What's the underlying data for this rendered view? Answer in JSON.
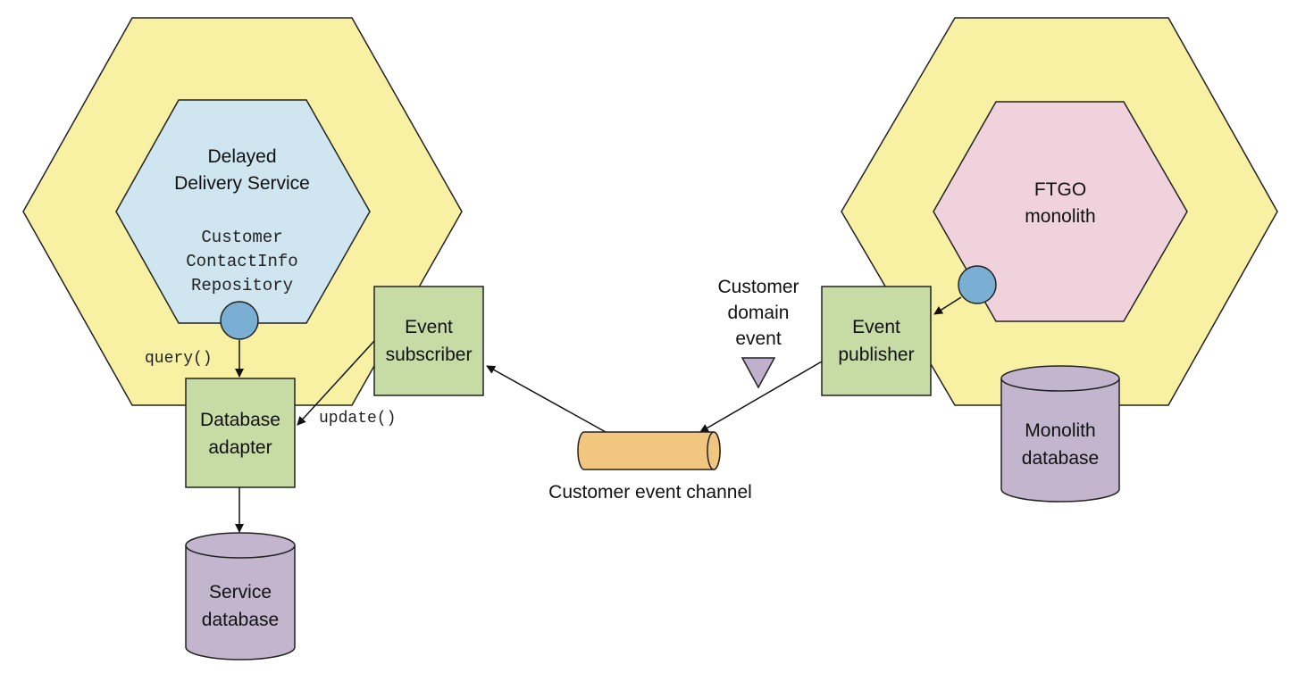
{
  "diagram": {
    "delayed_service": {
      "title_line1": "Delayed",
      "title_line2": "Delivery Service",
      "repo_line1": "Customer",
      "repo_line2": "ContactInfo",
      "repo_line3": "Repository"
    },
    "ftgo": {
      "line1": "FTGO",
      "line2": "monolith"
    },
    "event_subscriber": {
      "line1": "Event",
      "line2": "subscriber"
    },
    "event_publisher": {
      "line1": "Event",
      "line2": "publisher"
    },
    "database_adapter": {
      "line1": "Database",
      "line2": "adapter"
    },
    "service_database": {
      "line1": "Service",
      "line2": "database"
    },
    "monolith_database": {
      "line1": "Monolith",
      "line2": "database"
    },
    "domain_event": {
      "line1": "Customer",
      "line2": "domain",
      "line3": "event"
    },
    "channel_label": "Customer event channel",
    "query_label": "query()",
    "update_label": "update()"
  },
  "colors": {
    "outer_hexagon": "#f8f1a4",
    "service_hexagon": "#cfe5ef",
    "monolith_hexagon": "#f0d2dd",
    "adapter_box": "#c7dba5",
    "port_circle": "#7aaed2",
    "database": "#c4b5cf",
    "channel": "#f1c67e",
    "event_marker": "#bfb0cb"
  }
}
